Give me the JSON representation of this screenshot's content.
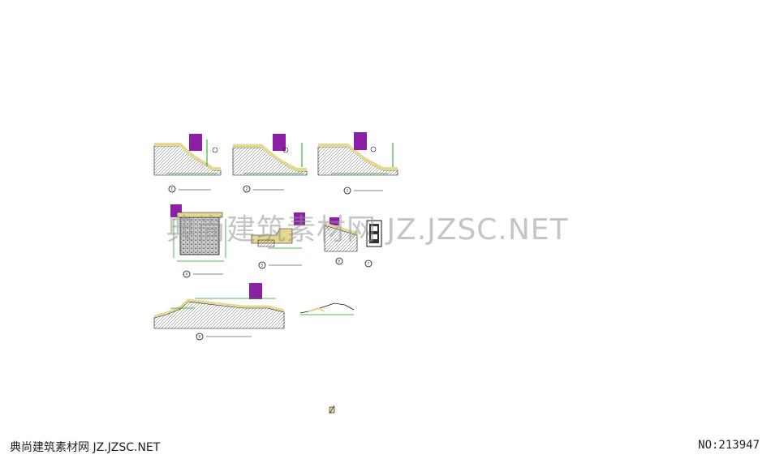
{
  "watermark": {
    "text": "典尚建筑素材网 JZ.JZSC.NET",
    "color": "#969696"
  },
  "footer": {
    "site": "典尚建筑素材网 JZ.JZSC.NET",
    "id": "NO:213947"
  },
  "colors": {
    "accent": "#8b1fa6",
    "yellow": "#e6d890",
    "green": "#1aa31a",
    "line": "#111111"
  },
  "details": [
    {
      "num": "1"
    },
    {
      "num": "2"
    },
    {
      "num": "3"
    },
    {
      "num": "4"
    },
    {
      "num": "5"
    },
    {
      "num": "6"
    },
    {
      "num": "7"
    },
    {
      "num": "8"
    }
  ]
}
